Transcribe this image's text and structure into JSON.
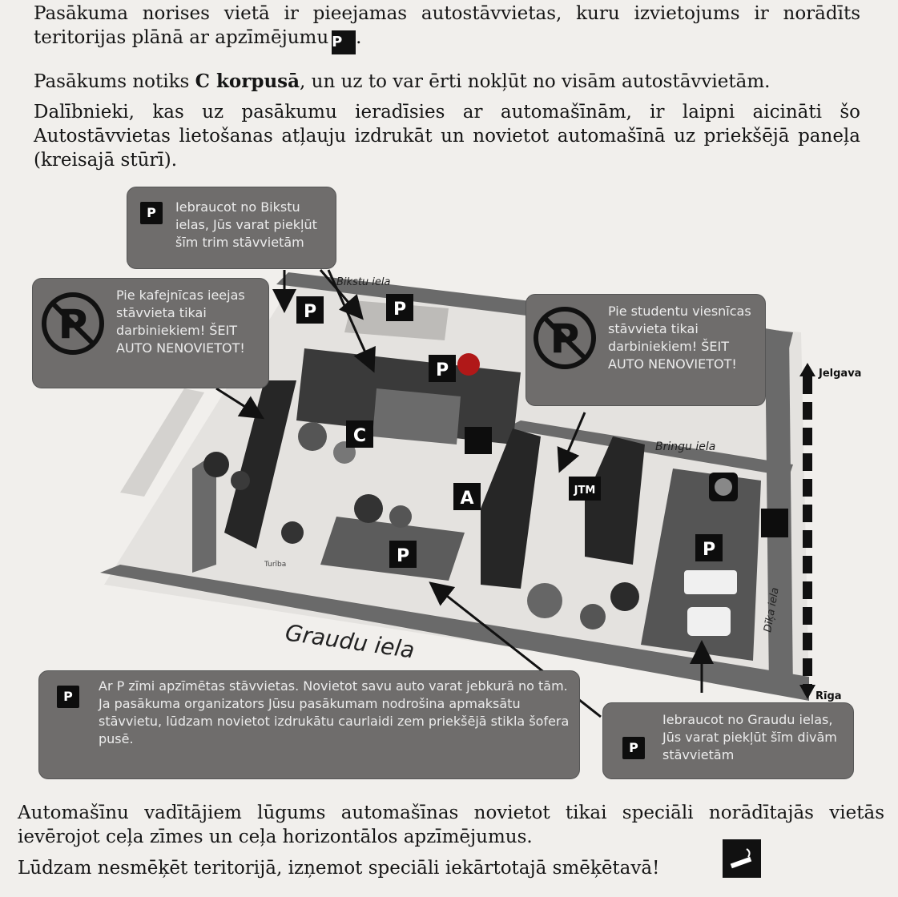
{
  "paragraphs": {
    "p1_before_icon": "Pasākuma norises vietā ir pieejamas autostāvvietas, kuru izvietojums ir norādīts teritorijas plānā ar apzīmējumu",
    "p1_icon": "P",
    "p1_after_icon": ".",
    "p2_pre": "Pasākums notiks ",
    "p2_bold": "C korpusā",
    "p2_post": ", un uz to var ērti nokļūt no visām autostāvvietām.",
    "p3": "Dalībnieki, kas uz pasākumu ieradīsies ar automašīnām, ir laipni aicināti šo Autostāvvietas lietošanas atļauju izdrukāt un novietot automašīnā uz priekšējā paneļa (kreisajā stūrī)."
  },
  "map": {
    "callout_biksti": {
      "icon": "P",
      "text": "Iebraucot no Bikstu ielas, Jūs varat piekļūt šīm trim stāvvietām"
    },
    "callout_cafe": {
      "text": "Pie kafejnīcas ieejas stāvvieta tikai darbiniekiem! ŠEIT AUTO NENOVIETOT!"
    },
    "callout_hostel": {
      "text": "Pie studentu viesnīcas stāvvieta tikai darbiniekiem! ŠEIT AUTO NENOVIETOT!"
    },
    "callout_legend": {
      "icon": "P",
      "text": "Ar P zīmi apzīmētas stāvvietas. Novietot savu auto varat jebkurā no tām. Ja pasākuma organizators Jūsu pasākumam nodrošina apmaksātu stāvvietu, lūdzam novietot izdrukātu caurlaidi zem priekšējā stikla šofera pusē."
    },
    "callout_graudu": {
      "icon": "P",
      "text": "Iebraucot no Graudu ielas, Jūs varat piekļūt šīm divām stāvvietām"
    },
    "streets": {
      "bikstu": "Bikstu iela",
      "bringu": "Bringu iela",
      "graudu": "Graudu iela",
      "dika": "Dīķa iela",
      "turiba": "Turība"
    },
    "directions": {
      "north": "Jelgava",
      "south": "Rīga"
    },
    "markers": {
      "p": "P",
      "c": "C",
      "a": "A",
      "jtm": "JTM"
    },
    "colors": {
      "callout": "#6f6d6c",
      "road": "#6a6a6a",
      "building": "#2a2a2a",
      "marker": "#0d0d0d"
    }
  },
  "footer": {
    "f1": "Automašīnu vadītājiem lūgums automašīnas novietot tikai speciāli norādītajās vietās ievērojot ceļa zīmes un ceļa horizontālos apzīmējumus.",
    "f2": "Lūdzam nesmēķēt teritorijā, izņemot speciāli iekārtotajā smēķētavā!"
  }
}
